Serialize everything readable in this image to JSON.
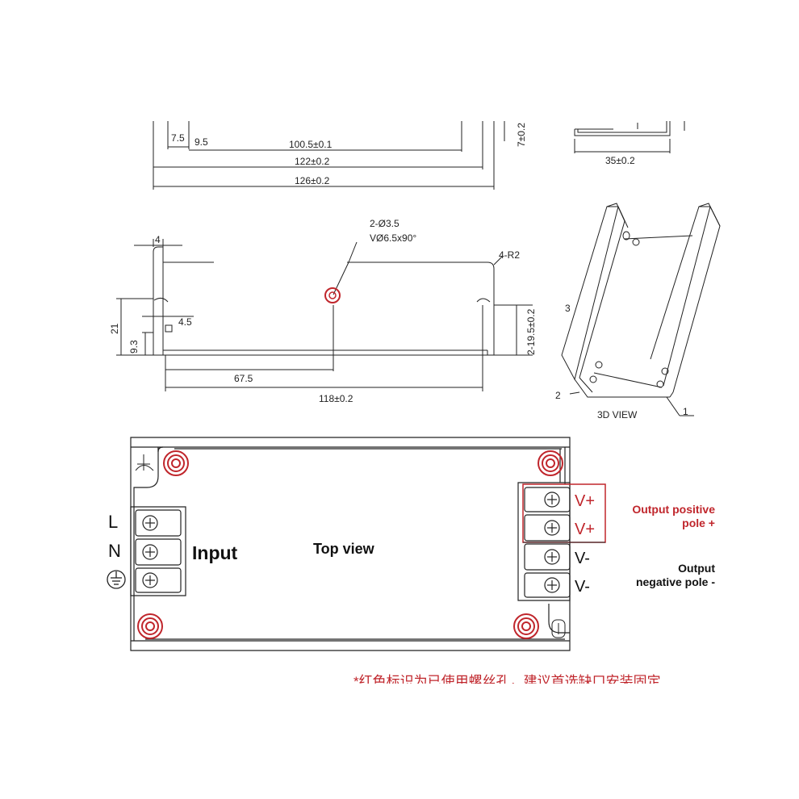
{
  "top_dims": {
    "d7_5": "7.5",
    "d9_5": "9.5",
    "d100_5": "100.5±0.1",
    "d122": "122±0.2",
    "d126": "126±0.2",
    "d7": "7±0.2",
    "d35": "35±0.2"
  },
  "side_view": {
    "hole_spec_1": "2-Ø3.5",
    "hole_spec_2": "VØ6.5x90°",
    "radius": "4-R2",
    "d4": "4",
    "d21": "21",
    "d9_3": "9.3",
    "d4_5": "4.5",
    "d67_5": "67.5",
    "d118": "118±0.2",
    "d19_5": "2-19.5±0.2"
  },
  "iso_view": {
    "label": "3D VIEW",
    "callout_1": "1",
    "callout_2": "2",
    "callout_3": "3"
  },
  "top_view": {
    "title": "Top view",
    "input_label": "Input",
    "terminal_L": "L",
    "terminal_N": "N",
    "vplus_1": "V+",
    "vplus_2": "V+",
    "vminus_1": "V-",
    "vminus_2": "V-",
    "positive_line1": "Output positive",
    "positive_line2": "pole +",
    "negative_line1": "Output",
    "negative_line2": "negative pole -"
  },
  "footnote": "*红色标识为已使用螺丝孔，建议首选缺口安装固定",
  "colors": {
    "accent_red": "#c0262c",
    "line": "#222222"
  }
}
